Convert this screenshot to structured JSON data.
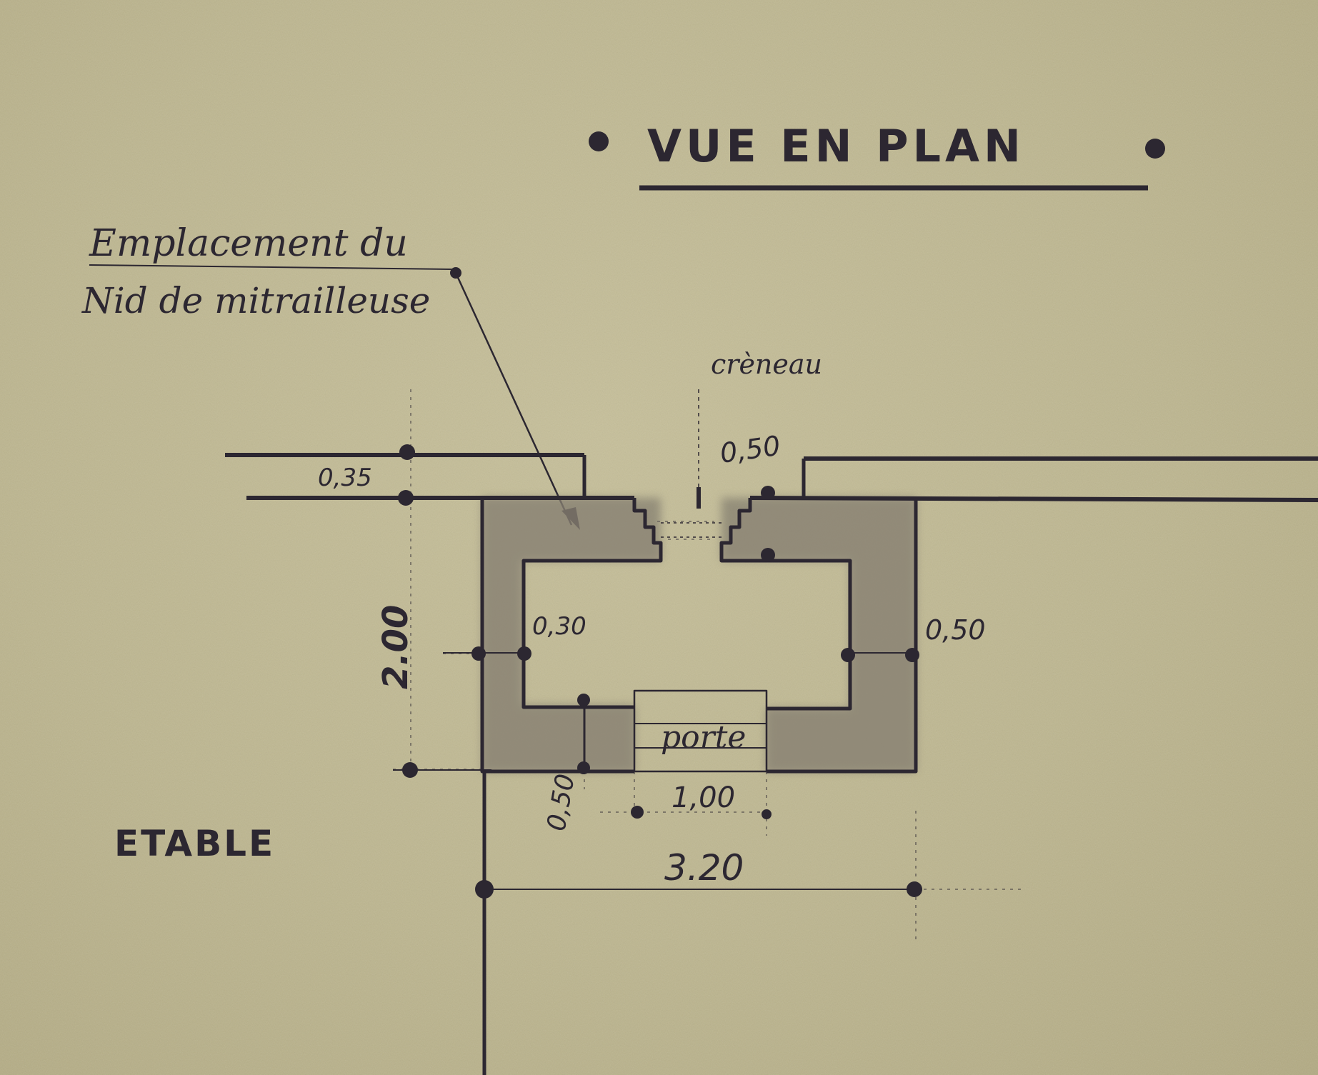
{
  "title": "VUE EN PLAN",
  "callout": {
    "line1": "Emplacement du",
    "line2": "Nid de mitrailleuse"
  },
  "labels": {
    "creneau": "crèneau",
    "porte": "porte",
    "etable": "ETABLE"
  },
  "dimensions": {
    "wall_top_left": "0,35",
    "creneau_width": "0,50",
    "inner_wall": "0,30",
    "right_wall": "0,50",
    "height": "2.00",
    "bottom_wall": "0,50",
    "door_width": "1,00",
    "total_width": "3.20"
  },
  "colors": {
    "paper": "#bdb68f",
    "ink": "#2c2731",
    "wall_fill": "#8f8878"
  }
}
